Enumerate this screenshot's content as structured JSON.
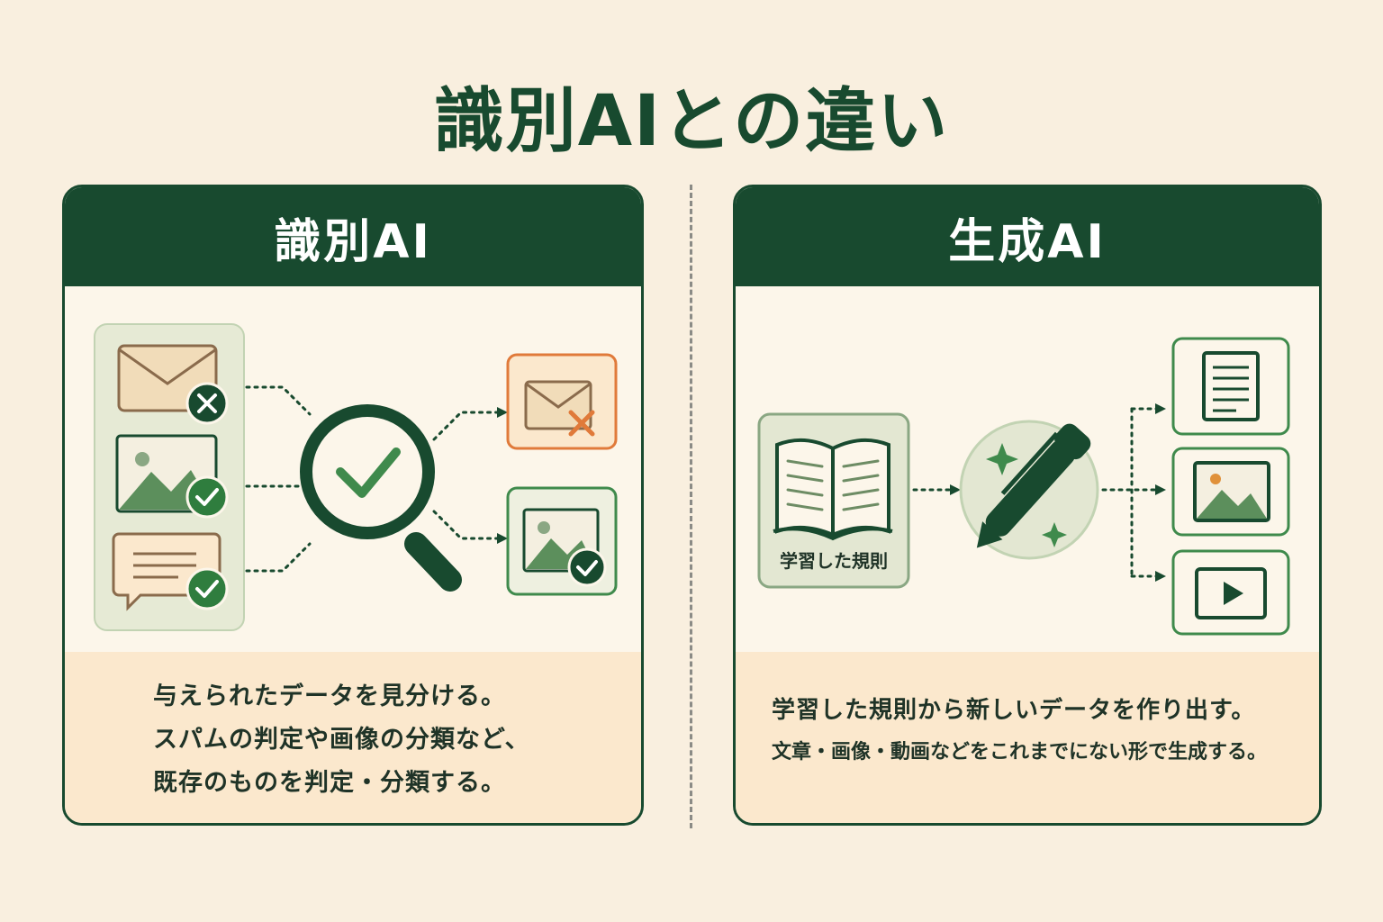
{
  "title": "識別AIとの違い",
  "panels": {
    "discriminative": {
      "header": "識別AI",
      "description": [
        "与えられたデータを見分ける。",
        "スパムの判定や画像の分類など、",
        "既存のものを判定・分類する。"
      ],
      "icons": [
        "mail-icon",
        "image-icon",
        "message-icon",
        "magnifier-check-icon",
        "spam-mail-icon",
        "classified-image-icon"
      ]
    },
    "generative": {
      "header": "生成AI",
      "book_label": "学習した規則",
      "description": [
        "学習した規則から新しいデータを作り出す。",
        "文章・画像・動画などをこれまでにない形で生成する。"
      ],
      "icons": [
        "book-icon",
        "pen-sparkle-icon",
        "document-icon",
        "image-icon",
        "video-icon"
      ]
    }
  },
  "colors": {
    "dark_green": "#184a2f",
    "green": "#3f8a4c",
    "orange": "#e07a3a",
    "background": "#f9efdf"
  }
}
